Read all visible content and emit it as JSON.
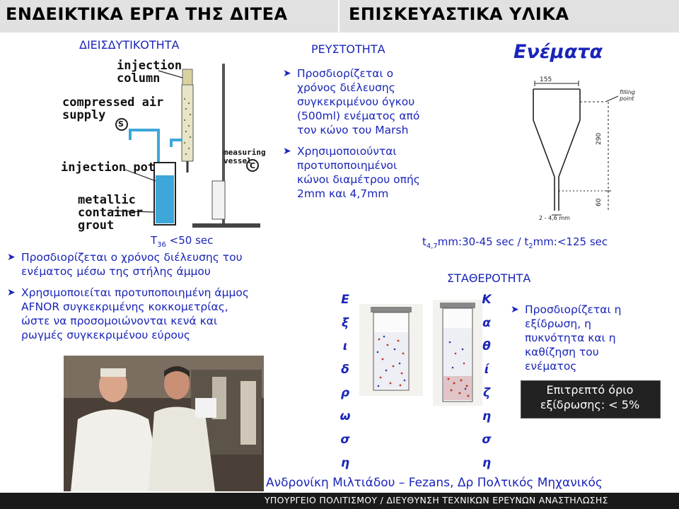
{
  "header": {
    "left_title": "ΕΝΔΕΙΚΤΙΚΑ ΕΡΓΑ ΤΗΣ ΔΙΤΕΑ",
    "right_title": "ΕΠΙΣΚΕΥΑΣΤΙΚΑ ΥΛΙΚΑ"
  },
  "diagram_labels": {
    "injection_column": [
      "injection",
      "column"
    ],
    "compressed_air": [
      "compressed air",
      "supply"
    ],
    "s_marker": "S",
    "c_marker": "C",
    "injection_pot": "injection pot",
    "measuring_vessel": [
      "measuring",
      "vessel"
    ],
    "metallic": [
      "metallic",
      "container",
      "grout"
    ]
  },
  "penetrability": {
    "title": "ΔΙΕΙΣΔΥΤΙΚΟΤΗΤΑ",
    "t_symbol": "T",
    "t_sub": "36",
    "t_value": " <50 sec",
    "bullets": [
      [
        "Προσδιορίζεται ο χρόνος διέλευσης του",
        "ενέματος μέσω της στήλης άμμου"
      ],
      [
        "Χρησιμοποιείται προτυποποιημένη άμμος",
        "AFNOR συγκεκριμένης κοκκομετρίας,",
        "ώστε να προσομοιώνονται κενά και",
        "ρωγμές συγκεκριμένου εύρους"
      ]
    ]
  },
  "fluidity": {
    "title": "ΡΕΥΣΤΟΤΗΤΑ",
    "bullets": [
      [
        "Προσδιορίζεται ο",
        "χρόνος διέλευσης",
        "συγκεκριμένου όγκου",
        "(500ml) ενέματος από",
        "τον κώνο του Marsh"
      ],
      [
        "Χρησιμοποιούνται",
        "προτυποποιημένοι",
        "κώνοι διαμέτρου οπής",
        "2mm και 4,7mm"
      ]
    ],
    "time_a_symbol": "t",
    "time_a_sub": "4,7",
    "time_a_value": "mm:30-45 sec / ",
    "time_b_symbol": "t",
    "time_b_sub": "2",
    "time_b_value": "mm:<125 sec"
  },
  "grouts": {
    "title": "Ενέματα",
    "cone_labels": {
      "top": "155",
      "filling": [
        "filling",
        "point"
      ],
      "height": "290",
      "tip": "60",
      "bottom": "2 - 4,6 mm"
    }
  },
  "stability": {
    "title": "ΣΤΑΘΕΡΟΤΗΤΑ",
    "vertical_left": [
      "Ε",
      "ξ",
      "ι",
      "δ",
      "ρ",
      "ω",
      "σ",
      "η"
    ],
    "vertical_right": [
      "Κ",
      "α",
      "θ",
      "ί",
      "ζ",
      "η",
      "σ",
      "η"
    ],
    "bullet": [
      "Προσδιορίζεται η",
      "εξίδρωση, η",
      "πυκνότητα και η",
      "καθίζηση του",
      "ενέματος"
    ],
    "limit_box": [
      "Επιτρεπτό όριο",
      "εξίδρωσης: < 5%"
    ]
  },
  "footer": {
    "author": "Ανδρονίκη Μιλτιάδου – Fezans, Δρ Πολτικός Μηχανικός",
    "ministry": "ΥΠΟΥΡΓΕΙΟ ΠΟΛΙΤΙΣΜΟΥ / ΔΙΕΥΘΥΝΣΗ ΤΕΧΝΙΚΩΝ ΕΡΕΥΝΩΝ ΑΝΑΣΤΗΛΩΣΗΣ"
  },
  "colors": {
    "accent": "#1a25b8",
    "header_bg": "#e1e1e1",
    "footer_bg": "#1a1a1a"
  }
}
